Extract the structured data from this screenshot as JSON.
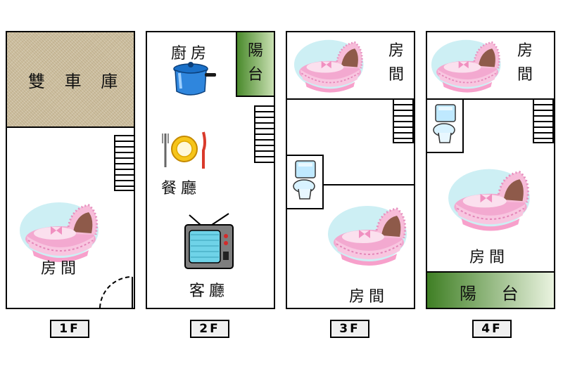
{
  "floors": [
    {
      "tag": "1F",
      "garage": "雙 車 庫",
      "room": "房間"
    },
    {
      "tag": "2F",
      "kitchen": "廚房",
      "balcony": "陽台",
      "dining": "餐廳",
      "living": "客廳"
    },
    {
      "tag": "3F",
      "room_top": "房間",
      "room_bottom": "房間"
    },
    {
      "tag": "4F",
      "room_top": "房間",
      "room_mid": "房間",
      "balcony": "陽 台"
    }
  ],
  "icons": [
    "cradle-icon",
    "cooking-pot-icon",
    "plate-cutlery-icon",
    "television-icon",
    "toilet-icon",
    "stairs-icon",
    "door-swing-icon"
  ],
  "colors": {
    "balcony_dark": "#3f7f24",
    "balcony_light": "#c9e0b2",
    "garage": "#cdbf9f",
    "cradle": "#f4b6d6"
  }
}
